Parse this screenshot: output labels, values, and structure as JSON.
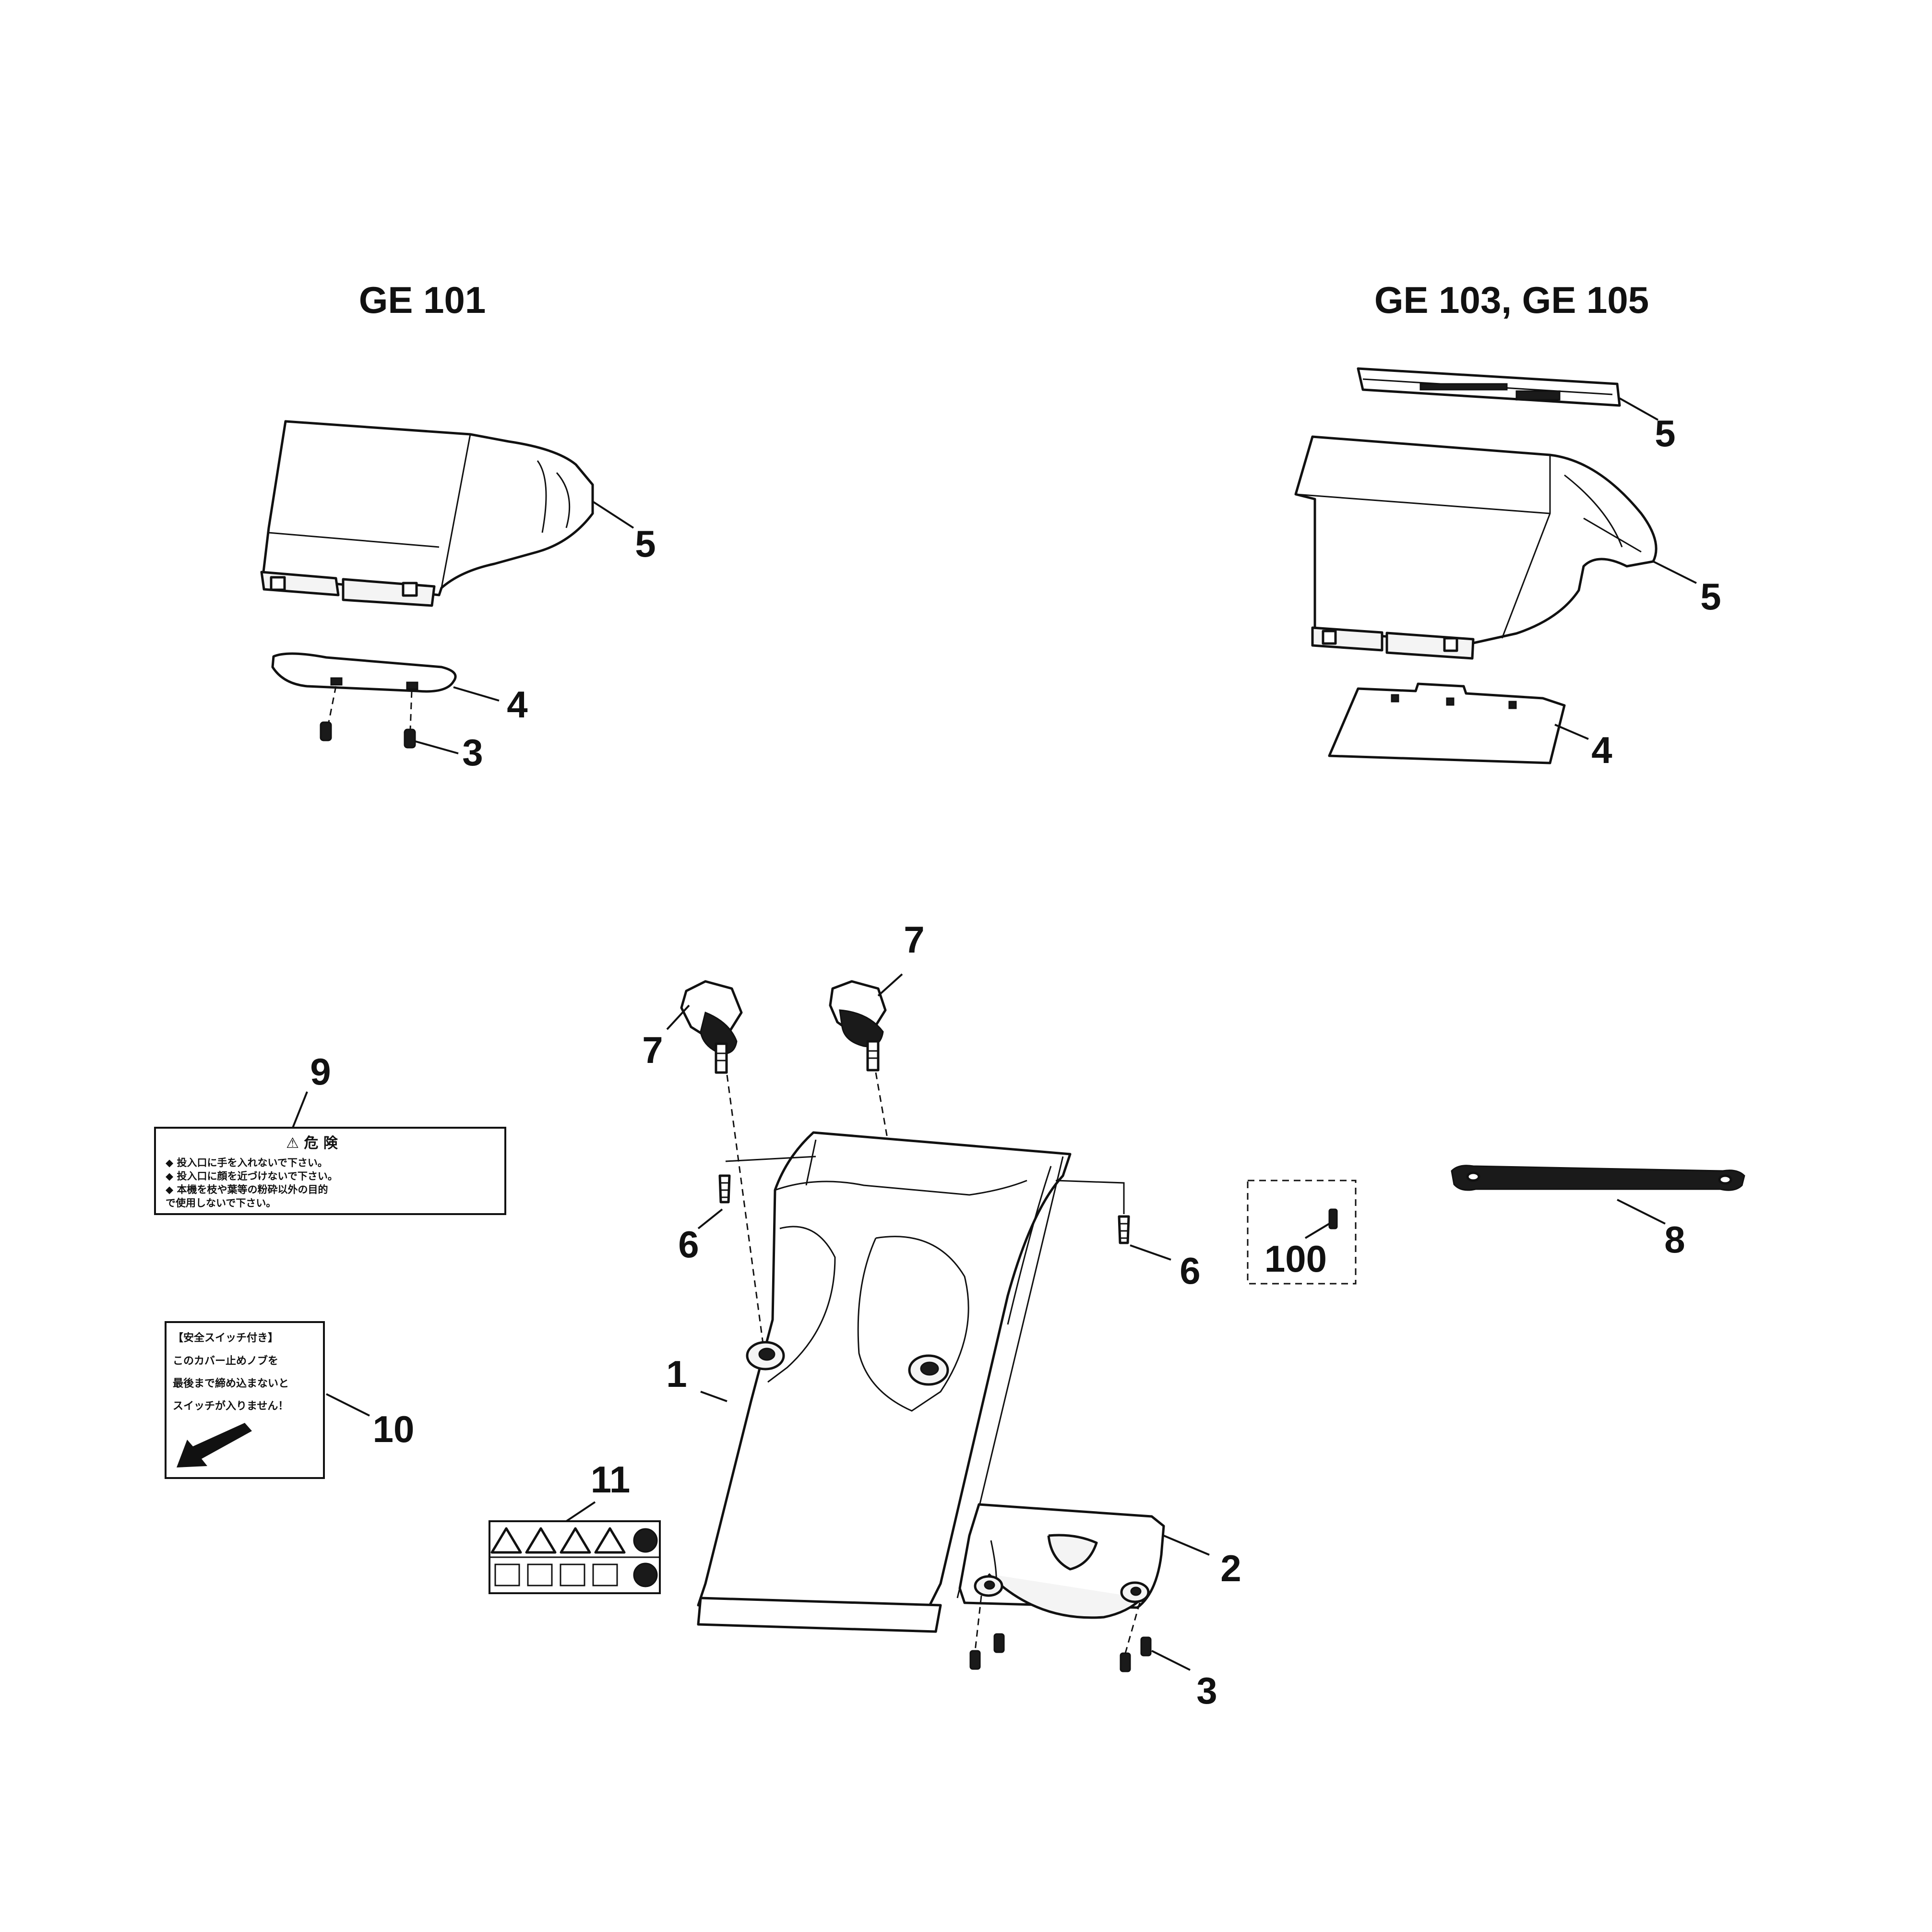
{
  "titles": {
    "left_model": "GE 101",
    "right_model": "GE 103, GE 105"
  },
  "callouts": {
    "p1": "1",
    "p2": "2",
    "p3": "3",
    "p4": "4",
    "p5": "5",
    "p6": "6",
    "p7": "7",
    "p8": "8",
    "p9": "9",
    "p10": "10",
    "p11": "11",
    "p100": "100"
  },
  "label_9": {
    "heading": "⚠ 危 険",
    "lines": [
      "◆ 投入口に手を入れないで下さい。",
      "◆ 投入口に顔を近づけないで下さい。",
      "◆ 本機を枝や葉等の粉砕以外の目的",
      "   で使用しないで下さい。"
    ]
  },
  "label_10": {
    "lines": [
      "【安全スイッチ付き】",
      "このカバー止めノブを",
      "最後まで締め込まないと",
      "スイッチが入りません！"
    ]
  }
}
